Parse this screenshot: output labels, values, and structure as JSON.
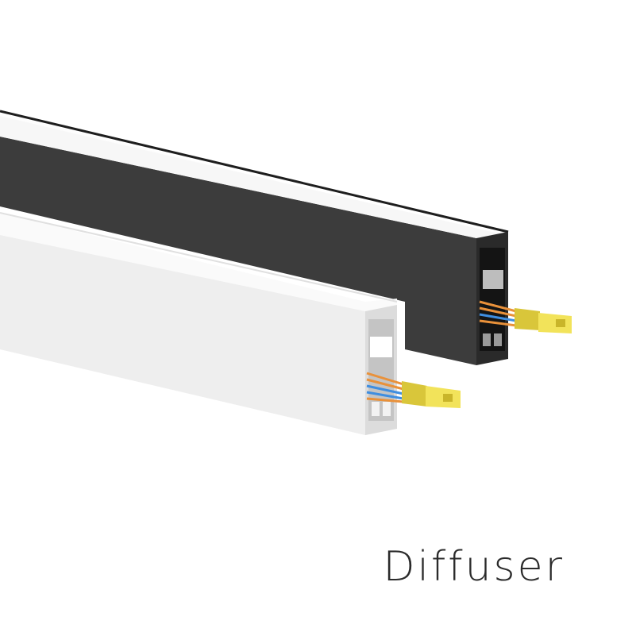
{
  "caption": "Diffuser",
  "colors": {
    "background": "#ffffff",
    "black_profile_body": "#3c3c3c",
    "black_profile_edge": "#1e1e1e",
    "white_profile_front": "#f0f0f0",
    "white_profile_top": "#fafafa",
    "white_profile_shade": "#d8d8d8",
    "diffuser_strip": "#fdfdfd",
    "connector": "#f2e35a",
    "connector_shade": "#d9c63a",
    "wire_orange": "#e9913a",
    "wire_blue": "#3f8ee0",
    "caption_text": "#2b2b2b"
  },
  "scene": {
    "objects": [
      {
        "name": "black-led-profile",
        "color": "black",
        "has_diffuser": true,
        "has_connector": true
      },
      {
        "name": "white-led-profile",
        "color": "white",
        "has_diffuser": true,
        "has_connector": true
      }
    ]
  }
}
